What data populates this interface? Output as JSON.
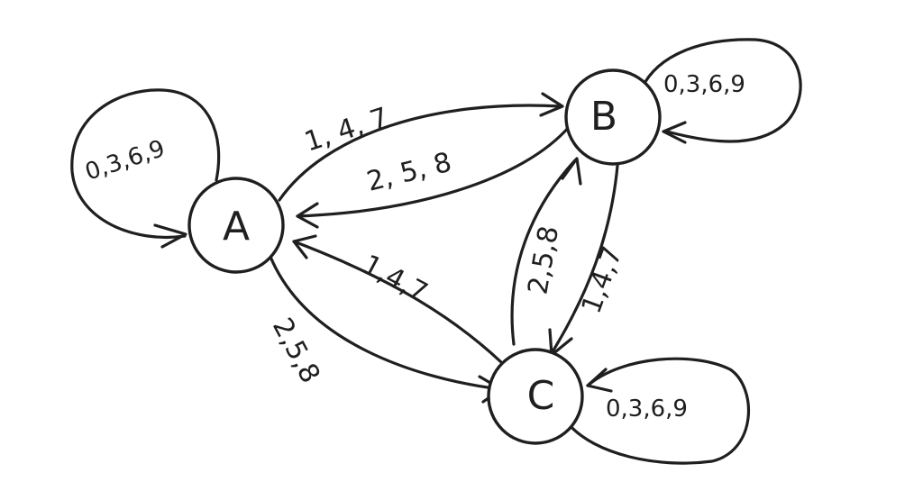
{
  "nodes": {
    "A": {
      "label": "A"
    },
    "B": {
      "label": "B"
    },
    "C": {
      "label": "C"
    }
  },
  "edges": {
    "a_to_b": {
      "label": "1, 4, 7"
    },
    "b_to_a": {
      "label": "2, 5, 8"
    },
    "c_to_a": {
      "label": "1,4,7"
    },
    "a_to_c": {
      "label": "2,5,8"
    },
    "c_to_b": {
      "label": "2,5,8"
    },
    "b_to_c": {
      "label": "1,4,7"
    }
  },
  "loops": {
    "A": {
      "label": "0,3,6,9"
    },
    "B": {
      "label": "0,3,6,9"
    },
    "C": {
      "label": "0,3,6,9"
    }
  }
}
